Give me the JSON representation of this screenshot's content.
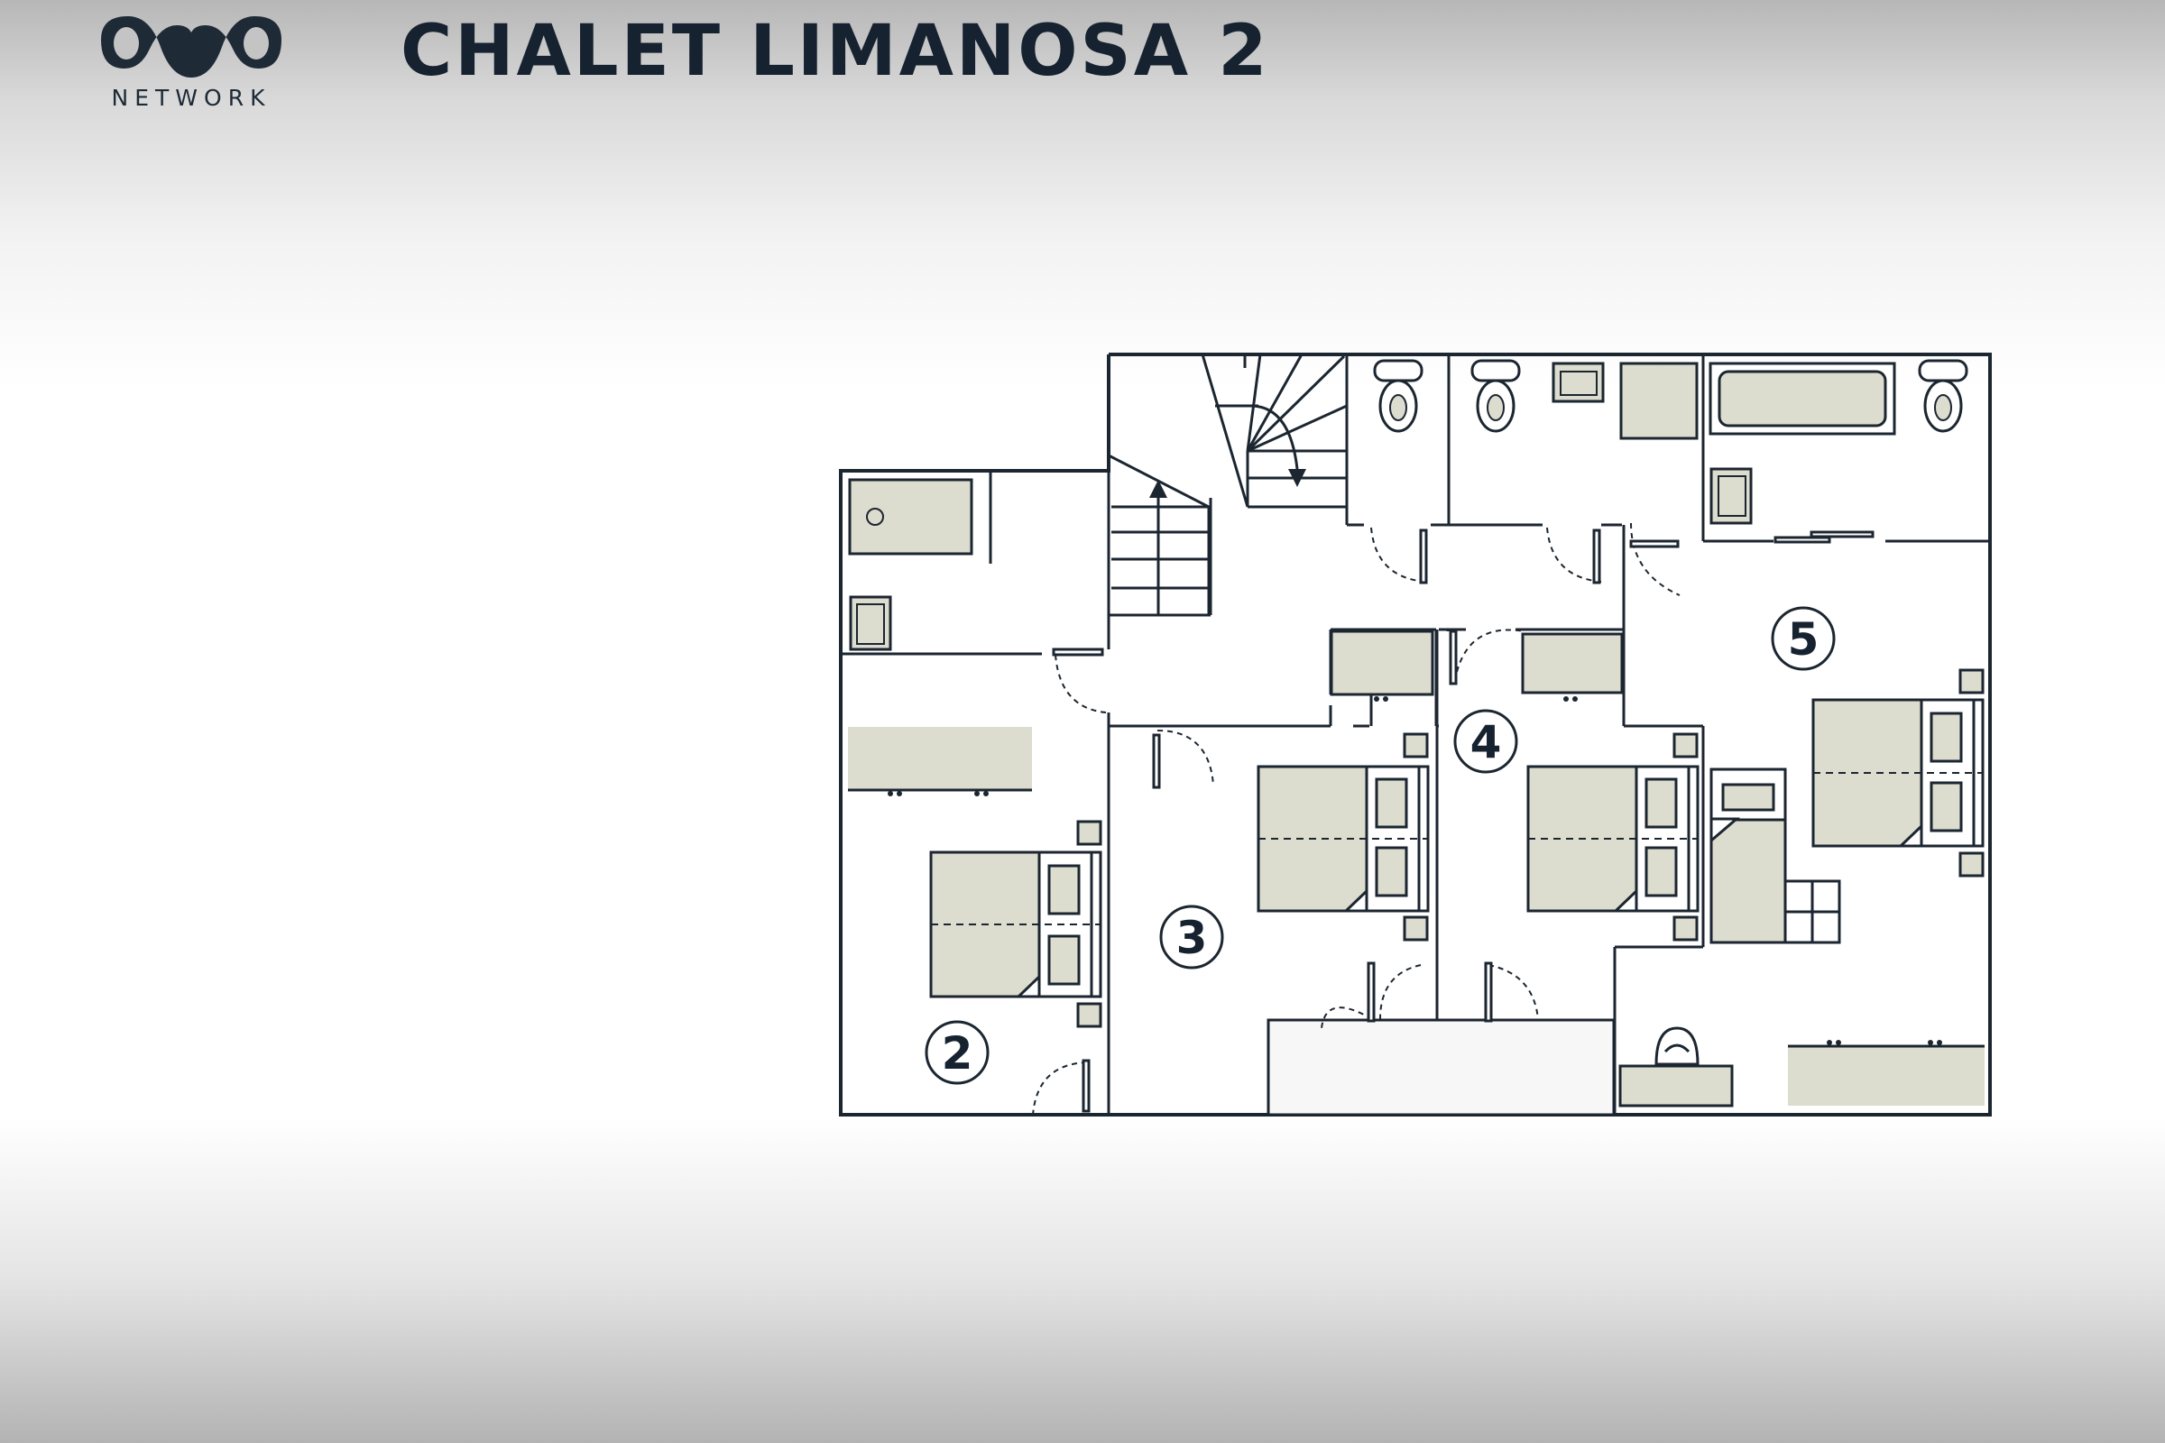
{
  "brand": {
    "name": "NETWORK"
  },
  "title": "CHALET LIMANOSA 2",
  "rooms": [
    {
      "id": "2",
      "label": "2"
    },
    {
      "id": "3",
      "label": "3"
    },
    {
      "id": "4",
      "label": "4"
    },
    {
      "id": "5",
      "label": "5"
    }
  ],
  "colors": {
    "wall": "#1c2630",
    "fixture_fill": "#dcdccf",
    "text": "#162230"
  }
}
